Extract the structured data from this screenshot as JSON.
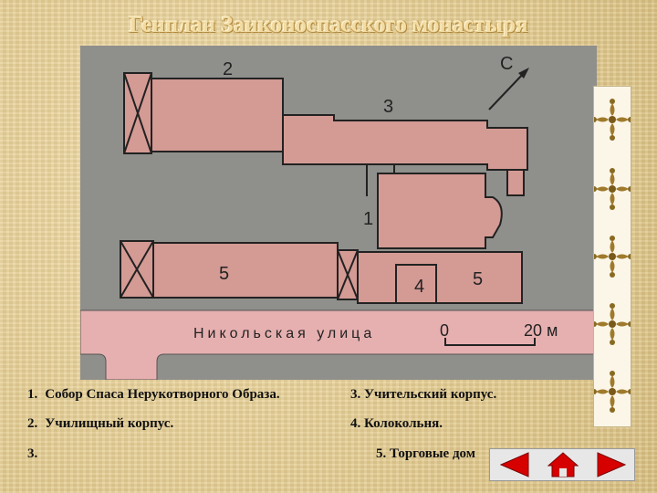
{
  "title": "Генплан Заиконоспасского монастыря",
  "plan": {
    "labels": {
      "b1": "1",
      "b2": "2",
      "b3": "3",
      "b4": "4",
      "b5a": "5",
      "b5b": "5",
      "north": "С",
      "street": "Никольская улица",
      "scale_zero": "0",
      "scale_end": "20 м"
    },
    "colors": {
      "ground": "#8f8f8c",
      "building": "#d49a94",
      "street": "#e7b0b0"
    }
  },
  "legend": {
    "item1": {
      "num": "1.",
      "text": "Собор Спаса Нерукотворного Образа."
    },
    "item2": {
      "num": "2.",
      "text": "Училищный корпус."
    },
    "item3_left": {
      "num": "3.",
      "text": ""
    },
    "item3": {
      "text": "3. Учительский корпус."
    },
    "item4": {
      "text": "4. Колокольня."
    },
    "item5": {
      "text": "5. Торговые дом"
    }
  },
  "nav": {
    "back_icon": "arrow-left-icon",
    "home_icon": "home-icon",
    "forward_icon": "arrow-right-icon",
    "color": "#d60000"
  }
}
